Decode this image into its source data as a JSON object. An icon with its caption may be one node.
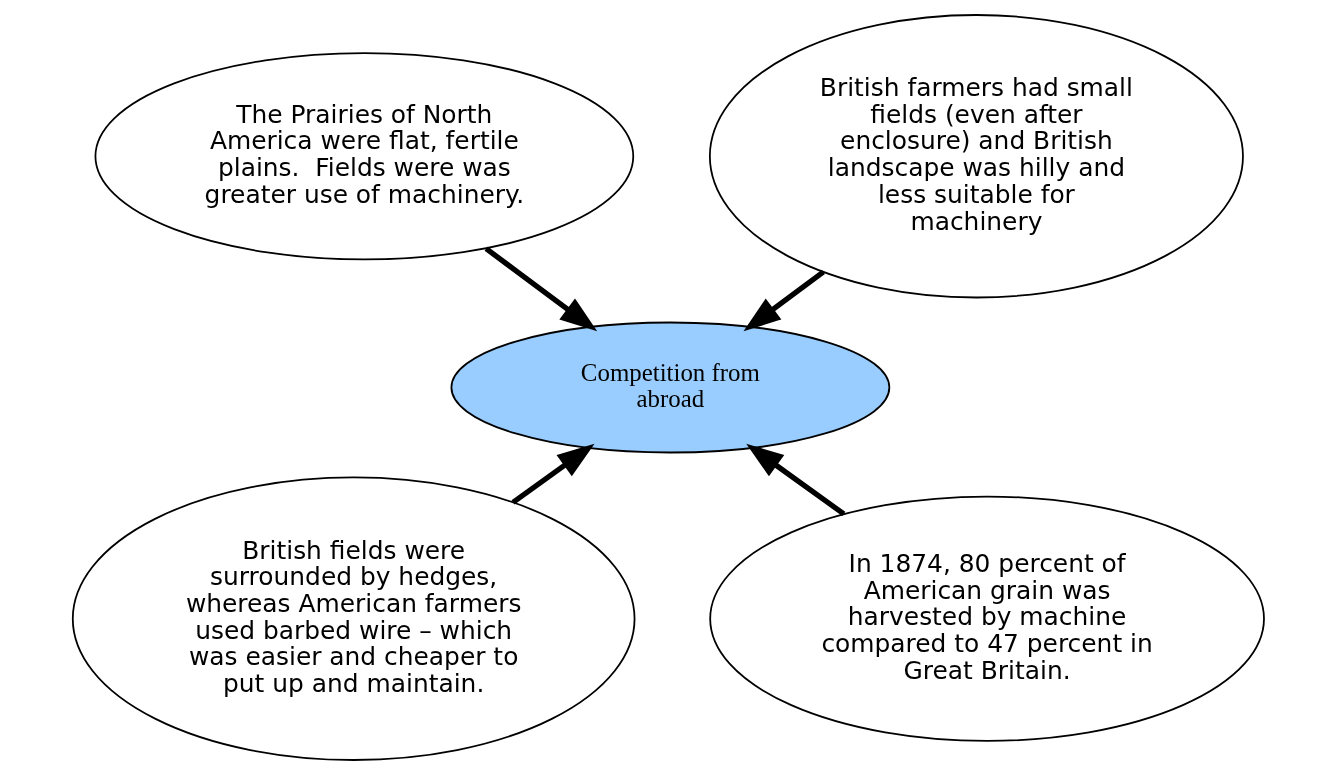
{
  "diagram": {
    "nodes": [
      {
        "text": [
          "The Prairies of North America were flat, fertile plains.  Fields were was greater use of machinery."
        ]
      },
      {
        "text": [
          "British farmers had small fields (even after enclosure) and British landscape was hilly and less suitable for machinery"
        ]
      },
      {
        "text": [
          "Competition from abroad"
        ]
      },
      {
        "text": [
          "British fields were surrounded by hedges, whereas American farmers used barbed wire – which was easier and cheaper to put up and maintain."
        ]
      },
      {
        "text": [
          "In 1874, 80 percent of American grain was harvested by machine compared to 47 percent in Great Britain."
        ]
      }
    ],
    "edges": [
      {
        "from": 0,
        "to": 2,
        "arrow": "to"
      },
      {
        "from": 1,
        "to": 2,
        "arrow": "to"
      },
      {
        "from": 3,
        "to": 2,
        "arrow": "to"
      },
      {
        "from": 4,
        "to": 2,
        "arrow": "to"
      }
    ]
  }
}
